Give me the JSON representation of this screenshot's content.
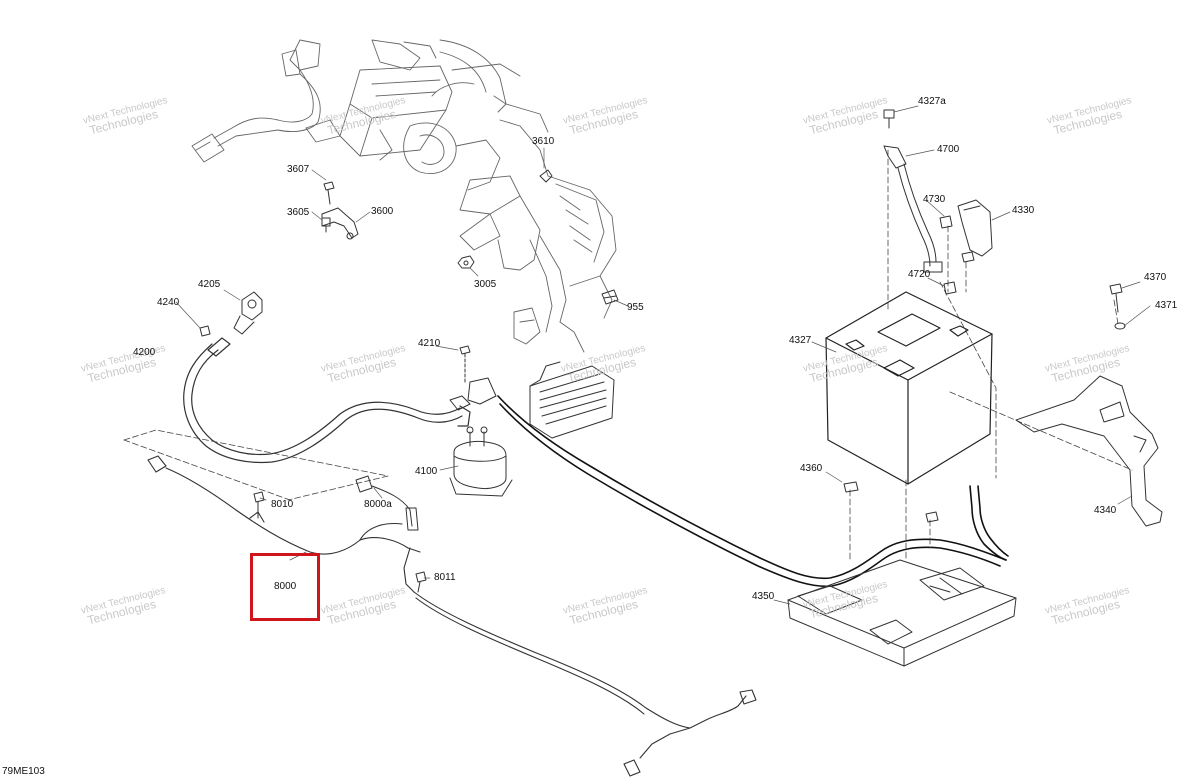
{
  "watermark": {
    "line1": "vNext",
    "line2": "Technologies",
    "full": "vNext Technologies"
  },
  "figure_id": "79ME103",
  "callouts": [
    {
      "id": "3607"
    },
    {
      "id": "3605"
    },
    {
      "id": "3600"
    },
    {
      "id": "3610"
    },
    {
      "id": "3005"
    },
    {
      "id": "955"
    },
    {
      "id": "4205"
    },
    {
      "id": "4240"
    },
    {
      "id": "4200"
    },
    {
      "id": "4210"
    },
    {
      "id": "4100"
    },
    {
      "id": "8010"
    },
    {
      "id": "8000a"
    },
    {
      "id": "8000"
    },
    {
      "id": "8011"
    },
    {
      "id": "4327a"
    },
    {
      "id": "4700"
    },
    {
      "id": "4730"
    },
    {
      "id": "4330"
    },
    {
      "id": "4720"
    },
    {
      "id": "4327"
    },
    {
      "id": "4360"
    },
    {
      "id": "4350"
    },
    {
      "id": "4370"
    },
    {
      "id": "4371"
    },
    {
      "id": "4340"
    }
  ],
  "highlight": {
    "target": "8000",
    "color": "#d0141b"
  }
}
